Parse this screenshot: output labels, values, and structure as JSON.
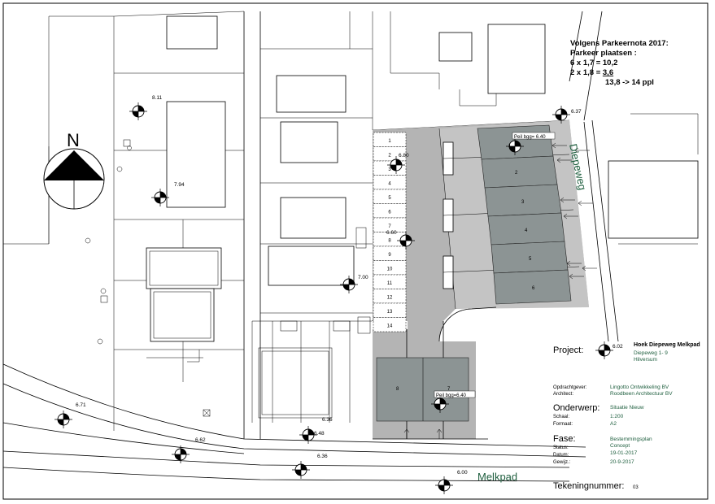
{
  "north_label": "N",
  "street_east": "Diepeweg",
  "street_south": "Melkpad",
  "parking_note": {
    "line1": "Volgens Parkeernota 2017:",
    "line2": "Parkeer plaatsen :",
    "line3": "6 x 1,7 = 10,2",
    "line4_prefix": "2 x 1,8 = ",
    "line4_value": "3,6",
    "line5": "13,8 -> 14 ppl"
  },
  "levels": [
    "8.11",
    "7.94",
    "6.80",
    "6.60",
    "7.00",
    "6.37",
    "6.02",
    "6.71",
    "6.62",
    "6.36",
    "6.48",
    "6.36",
    "6.00"
  ],
  "peil_labels": [
    "Peil bgg= 6.40",
    "Peil bgg=6.40"
  ],
  "slot_numbers": [
    "1",
    "2",
    "3",
    "4",
    "5",
    "6",
    "7",
    "8",
    "9",
    "10",
    "11",
    "12",
    "13",
    "14"
  ],
  "bay_numbers": [
    "1",
    "2",
    "3",
    "4",
    "5",
    "6"
  ],
  "south_bay_numbers": [
    "8",
    "7"
  ],
  "titleblock": {
    "project_label": "Project:",
    "project_title": "Hoek Diepeweg Melkpad",
    "project_address": "Diepeweg 1- 9",
    "project_city": "Hilversum",
    "client_label": "Opdrachtgever:",
    "client_value": "Lingotto Ontwikkeling BV",
    "architect_label": "Architect:",
    "architect_value": "Roodbeen Architectuur BV",
    "subject_label": "Onderwerp:",
    "subject_value": "Situatie Nieuw",
    "scale_label": "Schaal:",
    "scale_value": "1:200",
    "format_label": "Formaat:",
    "format_value": "A2",
    "phase_label": "Fase:",
    "phase_value": "Bestemmingsplan",
    "status_label": "Status:",
    "status_value": "Concept",
    "date_label": "Datum:",
    "date_value": "19-01-2017",
    "revised_label": "Gewijz.:",
    "revised_value": "20-9-2017",
    "drawing_number_label": "Tekeningnummer:",
    "drawing_number_value": "03"
  }
}
